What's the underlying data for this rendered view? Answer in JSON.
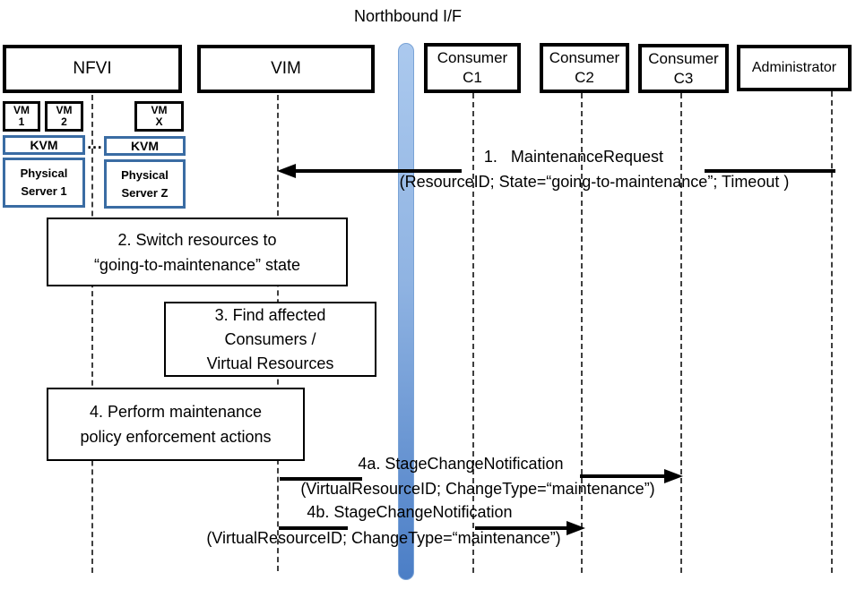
{
  "title": "Northbound I/F",
  "actors": {
    "nfvi": "NFVI",
    "vim": "VIM",
    "c1": [
      "Consumer",
      "C1"
    ],
    "c2": [
      "Consumer",
      "C2"
    ],
    "c3": [
      "Consumer",
      "C3"
    ],
    "admin": "Administrator"
  },
  "nfvi_stack": {
    "vm1": [
      "VM",
      "1"
    ],
    "vm2": [
      "VM",
      "2"
    ],
    "vmx": [
      "VM",
      "X"
    ],
    "kvm_left": "KVM",
    "kvm_right": "KVM",
    "ellipsis": "…",
    "server_left": [
      "Physical",
      "Server 1"
    ],
    "server_right": [
      "Physical",
      "Server Z"
    ]
  },
  "steps": {
    "s2": [
      "2. Switch resources to",
      "“going-to-maintenance” state"
    ],
    "s3": [
      "3. Find affected",
      "Consumers /",
      "Virtual Resources"
    ],
    "s4": [
      "4. Perform maintenance",
      "policy enforcement actions"
    ]
  },
  "messages": {
    "m1": {
      "label": "1.   MaintenanceRequest",
      "params": "(ResourceID; State=“going-to-maintenance”; Timeout )"
    },
    "m4a": {
      "label": "4a. StageChangeNotification",
      "params": "(VirtualResourceID; ChangeType=“maintenance”)"
    },
    "m4b": {
      "label": "4b. StageChangeNotification",
      "params": "(VirtualResourceID; ChangeType=“maintenance”)"
    }
  },
  "colors": {
    "border_black": "#000000",
    "nfvi_stack_blue": "#3a6ca3",
    "bar_gradient_top": "#abc9ee",
    "bar_gradient_bottom": "#4b7ec6",
    "lifeline_gray": "#3f3f3f"
  }
}
